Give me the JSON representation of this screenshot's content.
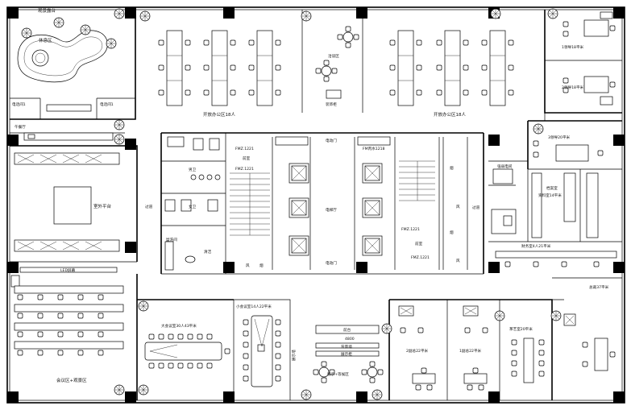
{
  "plan": {
    "labels": {
      "corridor_top": "观景露台",
      "lounge": "休息区",
      "phone_room_1": "电话间1",
      "phone_room_2": "电话间1",
      "lunch": "午餐厅",
      "open_office_left": "开放办公区18人",
      "talk_area": "洽谈区",
      "book_cabinet": "装饰柜",
      "open_office_right": "开放办公区18人",
      "leader_1": "1领导18平米",
      "leader_2": "2领导18平米",
      "leader_3": "3领导20平米",
      "terrace": "室外平台",
      "passage_left": "过道",
      "mens_wc": "男卫",
      "womens_wc": "女卫",
      "wash_room": "盥洗间",
      "cleaning": "清洁",
      "fmz_1": "FMZ.1221",
      "fmz_2": "FMZ.1221",
      "front_room_1": "前室",
      "front_room_2": "前室",
      "electric_door_1": "电动门",
      "electric_door_2": "电动门",
      "elevator_hall": "电梯厅",
      "fm_fire": "FM丙水1218",
      "fmz_3": "FMZ.1221",
      "fmz_4": "FMZ.1221",
      "wind_1": "风",
      "smoke_1": "烟",
      "wind_2": "风",
      "smoke_2": "烟",
      "wind_3": "风",
      "smoke_3": "烟",
      "passage_right": "过道",
      "weak_current": "强弱电间",
      "archive": "档案室",
      "data_room": "资料室14平米",
      "finance": "财务室4人21平米",
      "led_screen": "LED屏幕",
      "meeting_area": "会议区+观景区",
      "large_meeting": "大会议室30人43平米",
      "small_meeting": "小会议室14人22平米",
      "display_wall": "展示墙",
      "reception": "前台",
      "reception_width": "4800",
      "backdrop": "背景墙",
      "display_cabinet": "展示柜",
      "display_seating": "展示+等候区",
      "deputy_2": "2副总22平米",
      "deputy_1": "1副总22平米",
      "tea_room": "茶艺室20平米",
      "general_manager": "总裁37平米"
    }
  }
}
